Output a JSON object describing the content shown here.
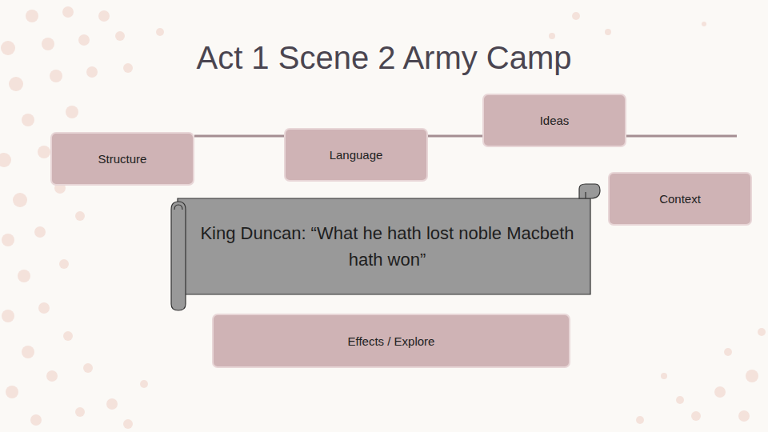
{
  "diagram": {
    "title": "Act 1 Scene 2 Army Camp",
    "nodes": [
      {
        "text": [
          "Structure"
        ]
      },
      {
        "text": [
          "Language"
        ]
      },
      {
        "text": [
          "Ideas"
        ]
      },
      {
        "text": [
          "Context"
        ]
      },
      {
        "text": [
          "King Duncan: “What he hath lost noble Macbeth hath won”"
        ]
      },
      {
        "text": [
          "Effects / Explore"
        ]
      }
    ]
  }
}
